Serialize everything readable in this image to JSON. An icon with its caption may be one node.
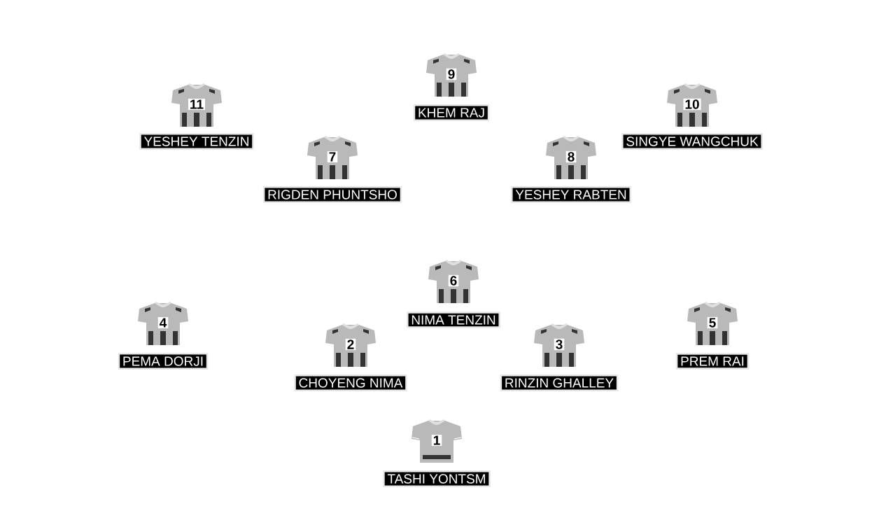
{
  "diagram": {
    "nodes": [
      {
        "text": [
          "9",
          "KHEM RAJ"
        ]
      },
      {
        "text": [
          "11",
          "YESHEY TENZIN"
        ]
      },
      {
        "text": [
          "10",
          "SINGYE WANGCHUK"
        ]
      },
      {
        "text": [
          "7",
          "RIGDEN PHUNTSHO"
        ]
      },
      {
        "text": [
          "8",
          "YESHEY RABTEN"
        ]
      },
      {
        "text": [
          "6",
          "NIMA TENZIN"
        ]
      },
      {
        "text": [
          "4",
          "PEMA DORJI"
        ]
      },
      {
        "text": [
          "5",
          "PREM RAI"
        ]
      },
      {
        "text": [
          "2",
          "CHOYENG NIMA"
        ]
      },
      {
        "text": [
          "3",
          "RINZIN GHALLEY"
        ]
      },
      {
        "text": [
          "1",
          "TASHI YONTSM"
        ]
      }
    ]
  }
}
